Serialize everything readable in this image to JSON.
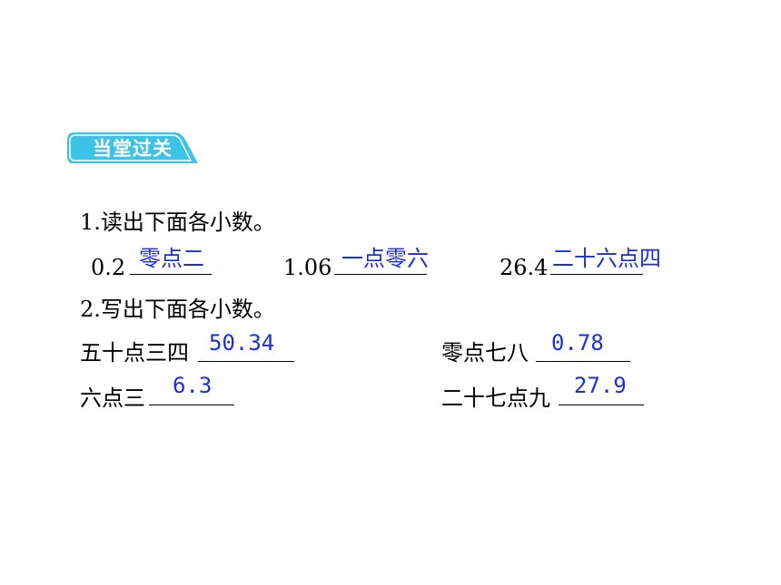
{
  "section_badge": {
    "label": "当堂过关",
    "color": "#3cc3e6"
  },
  "q1": {
    "title": "1.读出下面各小数。",
    "items": [
      {
        "number": "0.2",
        "answer": "零点二"
      },
      {
        "number": "1.06",
        "answer": "一点零六"
      },
      {
        "number": "26.4",
        "answer": "二十六点四"
      }
    ]
  },
  "q2": {
    "title": "2.写出下面各小数。",
    "items": [
      {
        "words": "五十点三四",
        "answer": "50.34"
      },
      {
        "words": "零点七八",
        "answer": "0.78"
      },
      {
        "words": "六点三",
        "answer": "6.3"
      },
      {
        "words": "二十七点九",
        "answer": "27.9"
      }
    ]
  },
  "answer_color": "#1a2fd6"
}
